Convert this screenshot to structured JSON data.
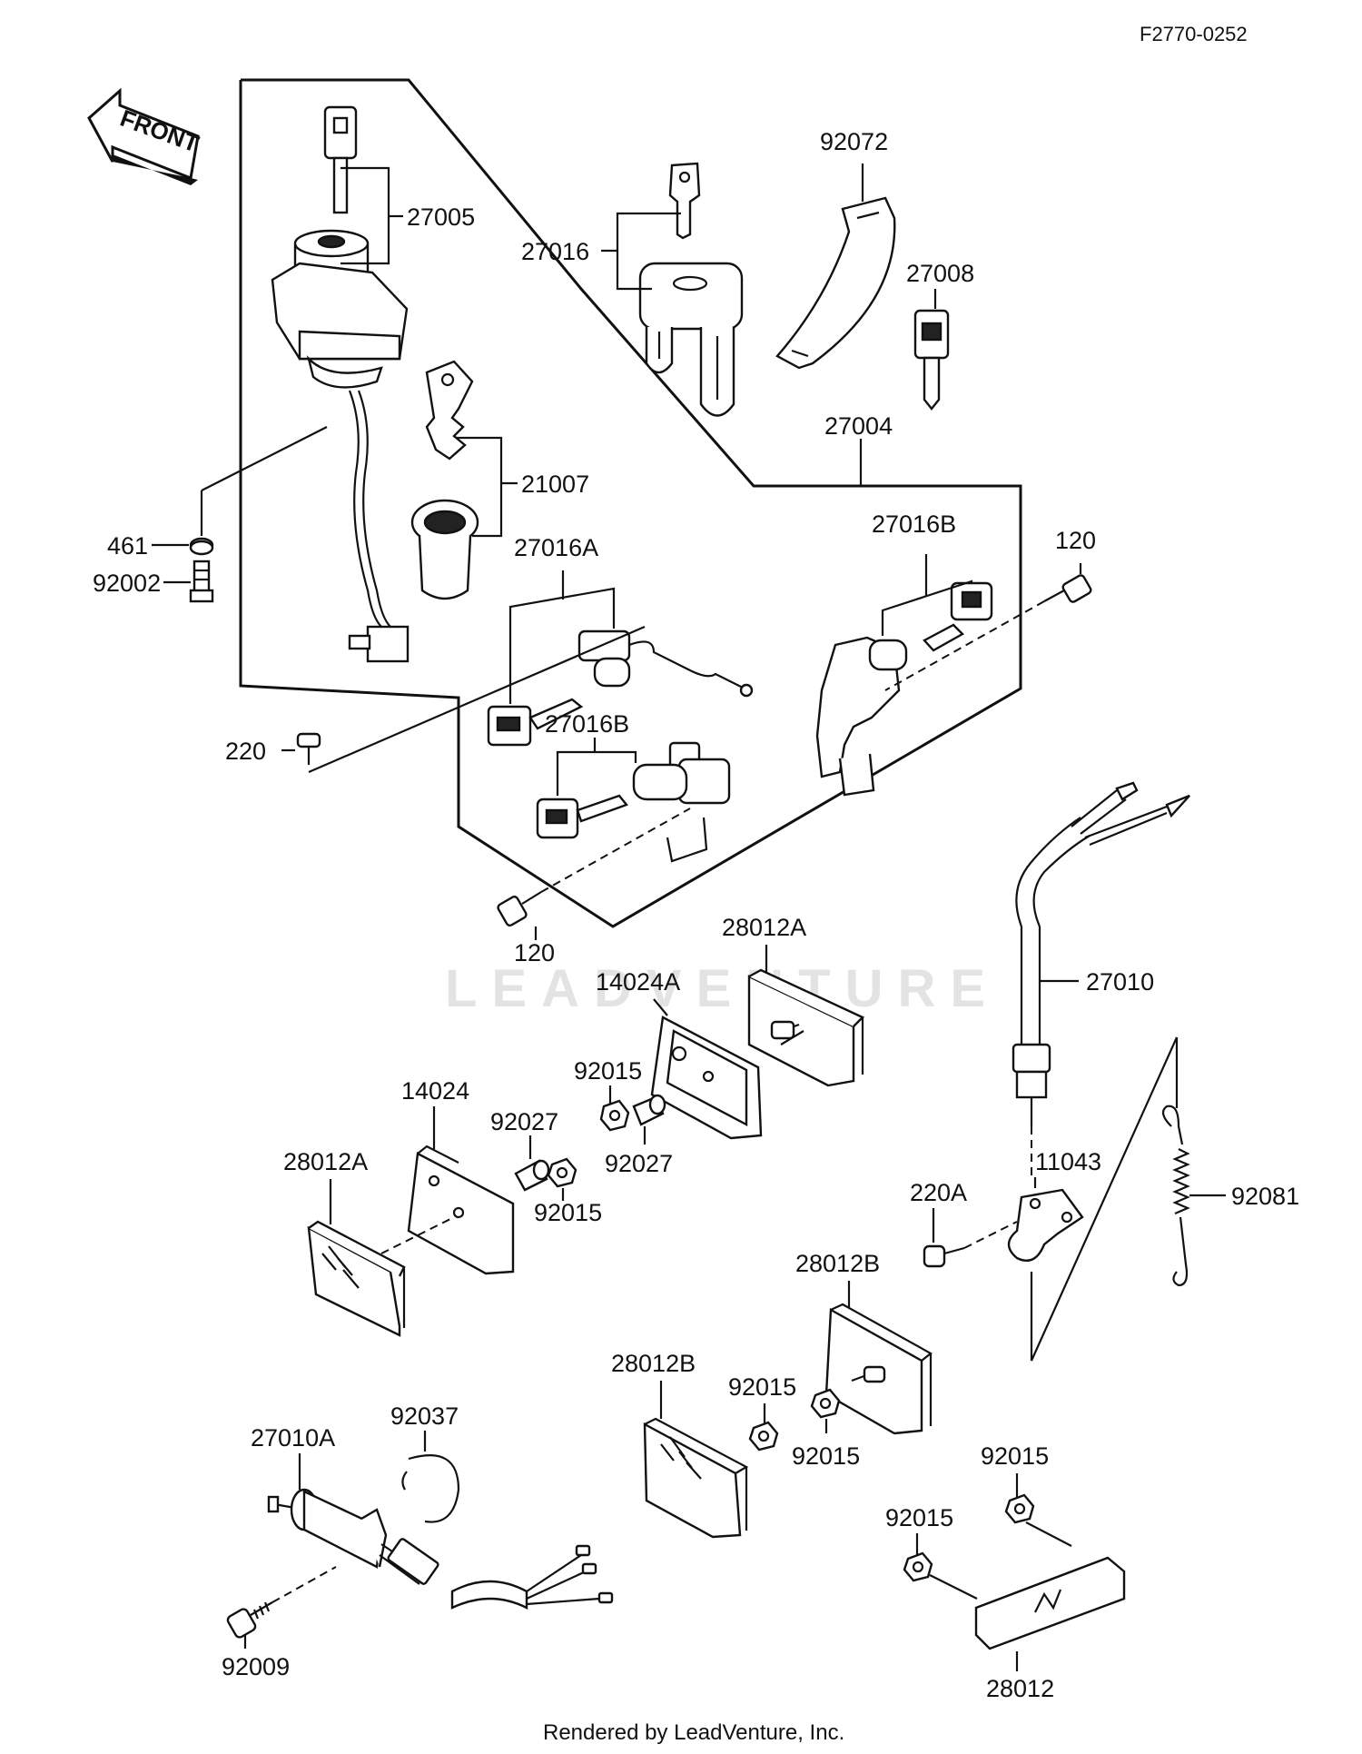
{
  "diagram_code": "F2770-0252",
  "front_label": "FRONT",
  "watermark": "LEADVENTURE",
  "footer": "Rendered by LeadVenture, Inc.",
  "parts": {
    "p27005": "27005",
    "p27016": "27016",
    "p92072": "92072",
    "p27008": "27008",
    "p21007": "21007",
    "p461": "461",
    "p92002": "92002",
    "p27004": "27004",
    "p27016A": "27016A",
    "p27016B_top": "27016B",
    "p120_right": "120",
    "p220": "220",
    "p27016B_mid": "27016B",
    "p120_bottom": "120",
    "p28012A_top": "28012A",
    "p14024A": "14024A",
    "p92015_a": "92015",
    "p14024": "14024",
    "p92027_a": "92027",
    "p92027_b": "92027",
    "p92015_b": "92015",
    "p28012A_left": "28012A",
    "p27010": "27010",
    "p11043": "11043",
    "p220A": "220A",
    "p92081": "92081",
    "p28012B_right": "28012B",
    "p28012B_left": "28012B",
    "p92015_c": "92015",
    "p92015_d": "92015",
    "p27010A": "27010A",
    "p92037": "92037",
    "p92009": "92009",
    "p92015_e": "92015",
    "p92015_f": "92015",
    "p28012": "28012"
  }
}
